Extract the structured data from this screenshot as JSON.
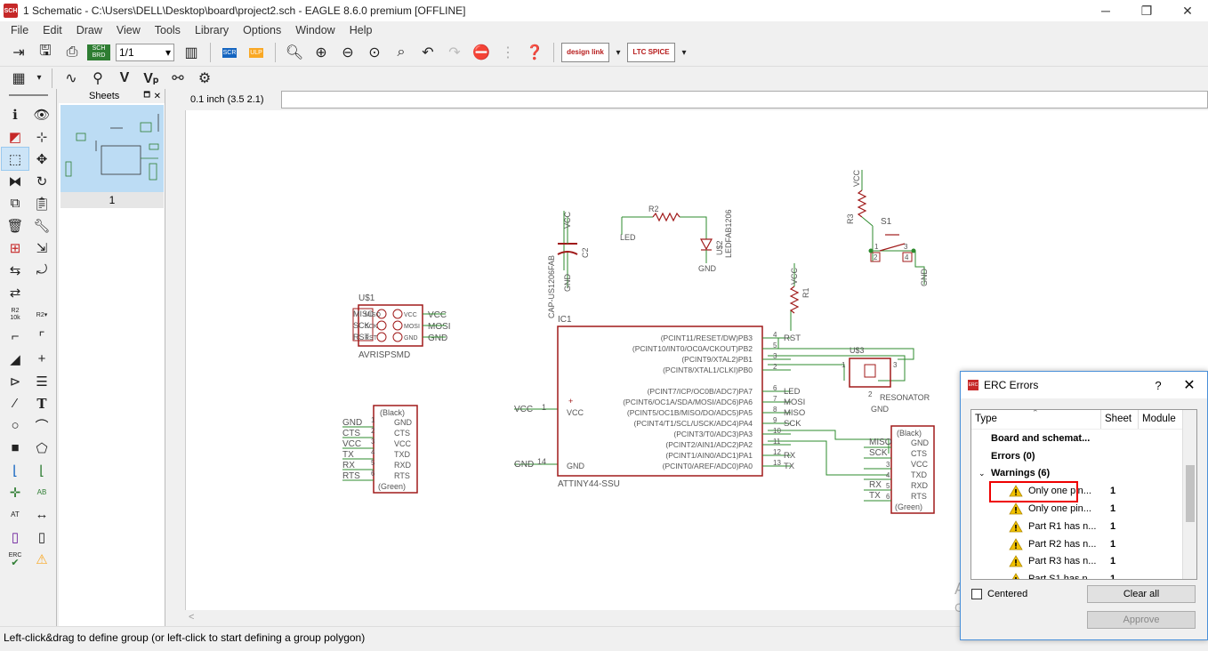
{
  "window": {
    "title": "1 Schematic - C:\\Users\\DELL\\Desktop\\board\\project2.sch - EAGLE 8.6.0 premium [OFFLINE]",
    "app_icon_text": "SCH",
    "minimize": "─",
    "restore": "❐",
    "close": "✕"
  },
  "menu": [
    "File",
    "Edit",
    "Draw",
    "View",
    "Tools",
    "Library",
    "Options",
    "Window",
    "Help"
  ],
  "toolbar": {
    "sheet_select": "1/1",
    "logo_design": "design link",
    "logo_ltc": "LTC SPICE",
    "sch_brd": "SCH BRD",
    "scr": "SCR",
    "ulp": "ULP"
  },
  "left_panel": {
    "r2_label": "R2",
    "r2_sub": "10k",
    "erc_label": "ERC"
  },
  "sheets": {
    "header": "Sheets",
    "sheet_number": "1"
  },
  "coord": "0.1 inch (3.5 2.1)",
  "schematic": {
    "ic1_name": "IC1",
    "ic1_value": "ATTINY44-SSU",
    "ic1_pins_left": [
      {
        "name": "VCC",
        "num": "1"
      },
      {
        "name": "GND",
        "num": "14"
      }
    ],
    "ic1_pins_right": [
      {
        "name": "(PCINT11/RESET/DW)PB3",
        "num": "4",
        "net": "RST"
      },
      {
        "name": "(PCINT10/INT0/OC0A/CKOUT)PB2",
        "num": "5",
        "net": ""
      },
      {
        "name": "(PCINT9/XTAL2)PB1",
        "num": "3",
        "net": ""
      },
      {
        "name": "(PCINT8/XTAL1/CLKI)PB0",
        "num": "2",
        "net": ""
      },
      {
        "name": "(PCINT7/ICP/OC0B/ADC7)PA7",
        "num": "6",
        "net": "LED"
      },
      {
        "name": "(PCINT6/OC1A/SDA/MOSI/ADC6)PA6",
        "num": "7",
        "net": "MOSI"
      },
      {
        "name": "(PCINT5/OC1B/MISO/DO/ADC5)PA5",
        "num": "8",
        "net": "MISO"
      },
      {
        "name": "(PCINT4/T1/SCL/USCK/ADC4)PA4",
        "num": "9",
        "net": "SCK"
      },
      {
        "name": "(PCINT3/T0/ADC3)PA3",
        "num": "10",
        "net": ""
      },
      {
        "name": "(PCINT2/AIN1/ADC2)PA2",
        "num": "11",
        "net": ""
      },
      {
        "name": "(PCINT1/AIN0/ADC1)PA1",
        "num": "12",
        "net": "RX"
      },
      {
        "name": "(PCINT0/AREF/ADC0)PA0",
        "num": "13",
        "net": "TX"
      }
    ],
    "ic1_net_vcc": "VCC",
    "ic1_net_gnd": "GND",
    "us1_name": "U$1",
    "us1_value": "AVRISPSMD",
    "us1_left": [
      "MISO",
      "SCK",
      "RST"
    ],
    "us1_inner_left": [
      "MISO",
      "SCK",
      "RST"
    ],
    "us1_inner_right": [
      "VCC",
      "MOSI",
      "GND"
    ],
    "us1_right": [
      "VCC",
      "MOSI",
      "GND"
    ],
    "ftdi1_top": "(Black)",
    "ftdi1_bottom": "(Green)",
    "ftdi1_pins": [
      "GND",
      "CTS",
      "VCC",
      "TXD",
      "RXD",
      "RTS"
    ],
    "ftdi1_nets": [
      "GND",
      "CTS",
      "VCC",
      "TX",
      "RX",
      "RTS"
    ],
    "ftdi1_nums": [
      "1",
      "2",
      "3",
      "4",
      "5",
      "6"
    ],
    "ftdi2_top": "(Black)",
    "ftdi2_bottom": "(Green)",
    "ftdi2_pins": [
      "GND",
      "CTS",
      "VCC",
      "TXD",
      "RXD",
      "RTS"
    ],
    "ftdi2_nets": [
      "MISO",
      "SCK",
      "",
      "",
      "RX",
      "TX"
    ],
    "ftdi2_nums": [
      "",
      "",
      "3",
      "4",
      "5",
      "6"
    ],
    "c2_name": "C2",
    "c2_value": "CAP-US1206FAB",
    "c2_vcc": "VCC",
    "c2_gnd": "GND",
    "r2_name": "R2",
    "led_net": "LED",
    "us2_name": "U$2",
    "us2_value": "LEDFAB1206",
    "us2_gnd": "GND",
    "r1_name": "R1",
    "r1_vcc": "VCC",
    "r3_name": "R3",
    "r3_vcc": "VCC",
    "s1_name": "S1",
    "s1_gnd": "GND",
    "s1_pins": [
      "1",
      "2",
      "3",
      "4"
    ],
    "us3_name": "U$3",
    "us3_value": "RESONATOR",
    "us3_gnd": "GND",
    "us3_pins": [
      "1",
      "2",
      "3"
    ]
  },
  "erc": {
    "title": "ERC Errors",
    "help": "?",
    "close": "✕",
    "col_type": "Type",
    "col_sheet": "Sheet",
    "col_module": "Module",
    "root": "Board and schemat...",
    "errors": "Errors (0)",
    "warnings": "Warnings (6)",
    "items": [
      {
        "label": "Only one pin...",
        "sheet": "1"
      },
      {
        "label": "Only one pin...",
        "sheet": "1"
      },
      {
        "label": "Part R1 has n...",
        "sheet": "1"
      },
      {
        "label": "Part R2 has n...",
        "sheet": "1"
      },
      {
        "label": "Part R3 has n...",
        "sheet": "1"
      },
      {
        "label": "Part S1 has n...",
        "sheet": "1"
      }
    ],
    "centered": "Centered",
    "clear_all": "Clear all",
    "approve": "Approve"
  },
  "watermark": {
    "line1": "Activate Windows",
    "line2": "Go to Settings to activate Windows."
  },
  "status": "Left-click&drag to define group (or left-click to start defining a group polygon)",
  "colors": {
    "part_outline": "#a01a1a",
    "wire": "#1a8a1a",
    "text": "#555555",
    "selection_highlight": "#e00000"
  }
}
